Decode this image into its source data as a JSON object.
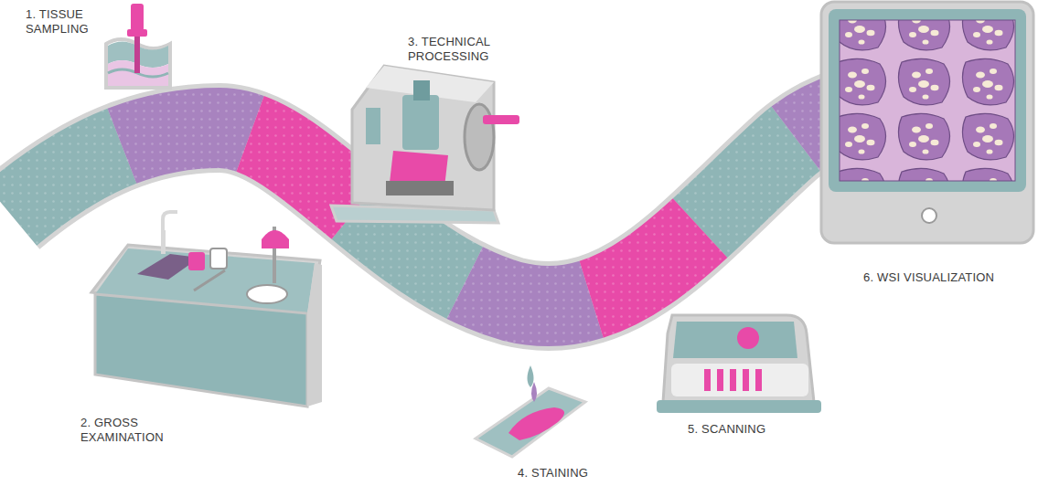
{
  "diagram": {
    "labels": [
      "1. TISSUE SAMPLING",
      "2. GROSS EXAMINATION",
      "3. TECHNICAL PROCESSING",
      "4. STAINING",
      "5. SCANNING",
      "6. WSI VISUALIZATION"
    ]
  }
}
